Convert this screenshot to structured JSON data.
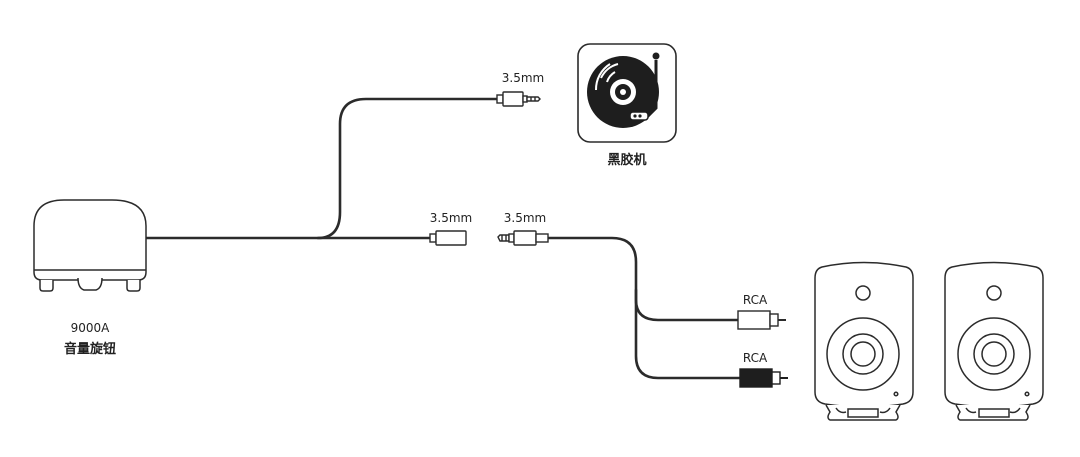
{
  "device": {
    "model": "9000A",
    "name": "音量旋钮"
  },
  "turntable": {
    "name": "黑胶机"
  },
  "connectors": {
    "top_plug": "3.5mm",
    "jack_left": "3.5mm",
    "jack_right": "3.5mm",
    "rca_top": "RCA",
    "rca_bottom": "RCA"
  },
  "colors": {
    "line": "#2b2b2b",
    "fill_dark": "#1e1e1e",
    "fill_light": "#ffffff"
  },
  "icons": {
    "turntable": "turntable-icon",
    "speaker": "speaker-icon",
    "knob": "volume-knob-icon"
  }
}
